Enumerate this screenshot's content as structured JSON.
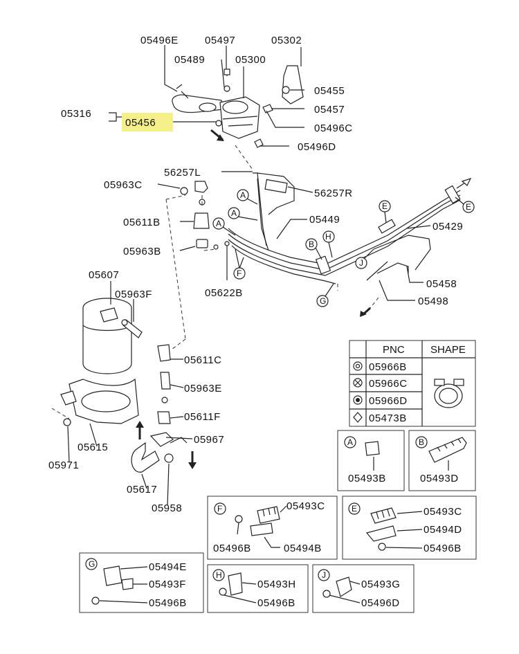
{
  "diagram": {
    "highlight_color": "#f6f08a",
    "part_labels": {
      "p05496E": "05496E",
      "p05497": "05497",
      "p05302": "05302",
      "p05489": "05489",
      "p05300": "05300",
      "p05455": "05455",
      "p05316": "05316",
      "p05457": "05457",
      "p05456": "05456",
      "p05496C": "05496C",
      "p05496D": "05496D",
      "p56257L": "56257L",
      "p05963C": "05963C",
      "p56257R": "56257R",
      "p05611B": "05611B",
      "p05449": "05449",
      "p05429": "05429",
      "p05963B": "05963B",
      "p05622B": "05622B",
      "p05458": "05458",
      "p05498": "05498",
      "p05607": "05607",
      "p05963F": "05963F",
      "p05611C": "05611C",
      "p05963E": "05963E",
      "p05611F": "05611F",
      "p05615": "05615",
      "p05967": "05967",
      "p05971": "05971",
      "p05617": "05617",
      "p05958": "05958"
    },
    "callouts": {
      "A": "A",
      "B": "B",
      "E": "E",
      "F": "F",
      "G": "G",
      "H": "H",
      "J": "J"
    },
    "table": {
      "headers": [
        "PNC",
        "SHAPE"
      ],
      "rows": [
        "05966B",
        "05966C",
        "05966D",
        "05473B"
      ]
    },
    "detail_boxes": {
      "A": {
        "letter": "A",
        "parts": [
          "05493B"
        ]
      },
      "B": {
        "letter": "B",
        "parts": [
          "05493D"
        ]
      },
      "F": {
        "letter": "F",
        "parts": [
          "05493C",
          "05496B",
          "05494B"
        ]
      },
      "E": {
        "letter": "E",
        "parts": [
          "05493C",
          "05494D",
          "05496B"
        ]
      },
      "G": {
        "letter": "G",
        "parts": [
          "05494E",
          "05493F",
          "05496B"
        ]
      },
      "H": {
        "letter": "H",
        "parts": [
          "05493H",
          "05496B"
        ]
      },
      "J": {
        "letter": "J",
        "parts": [
          "05493G",
          "05496D"
        ]
      }
    }
  }
}
